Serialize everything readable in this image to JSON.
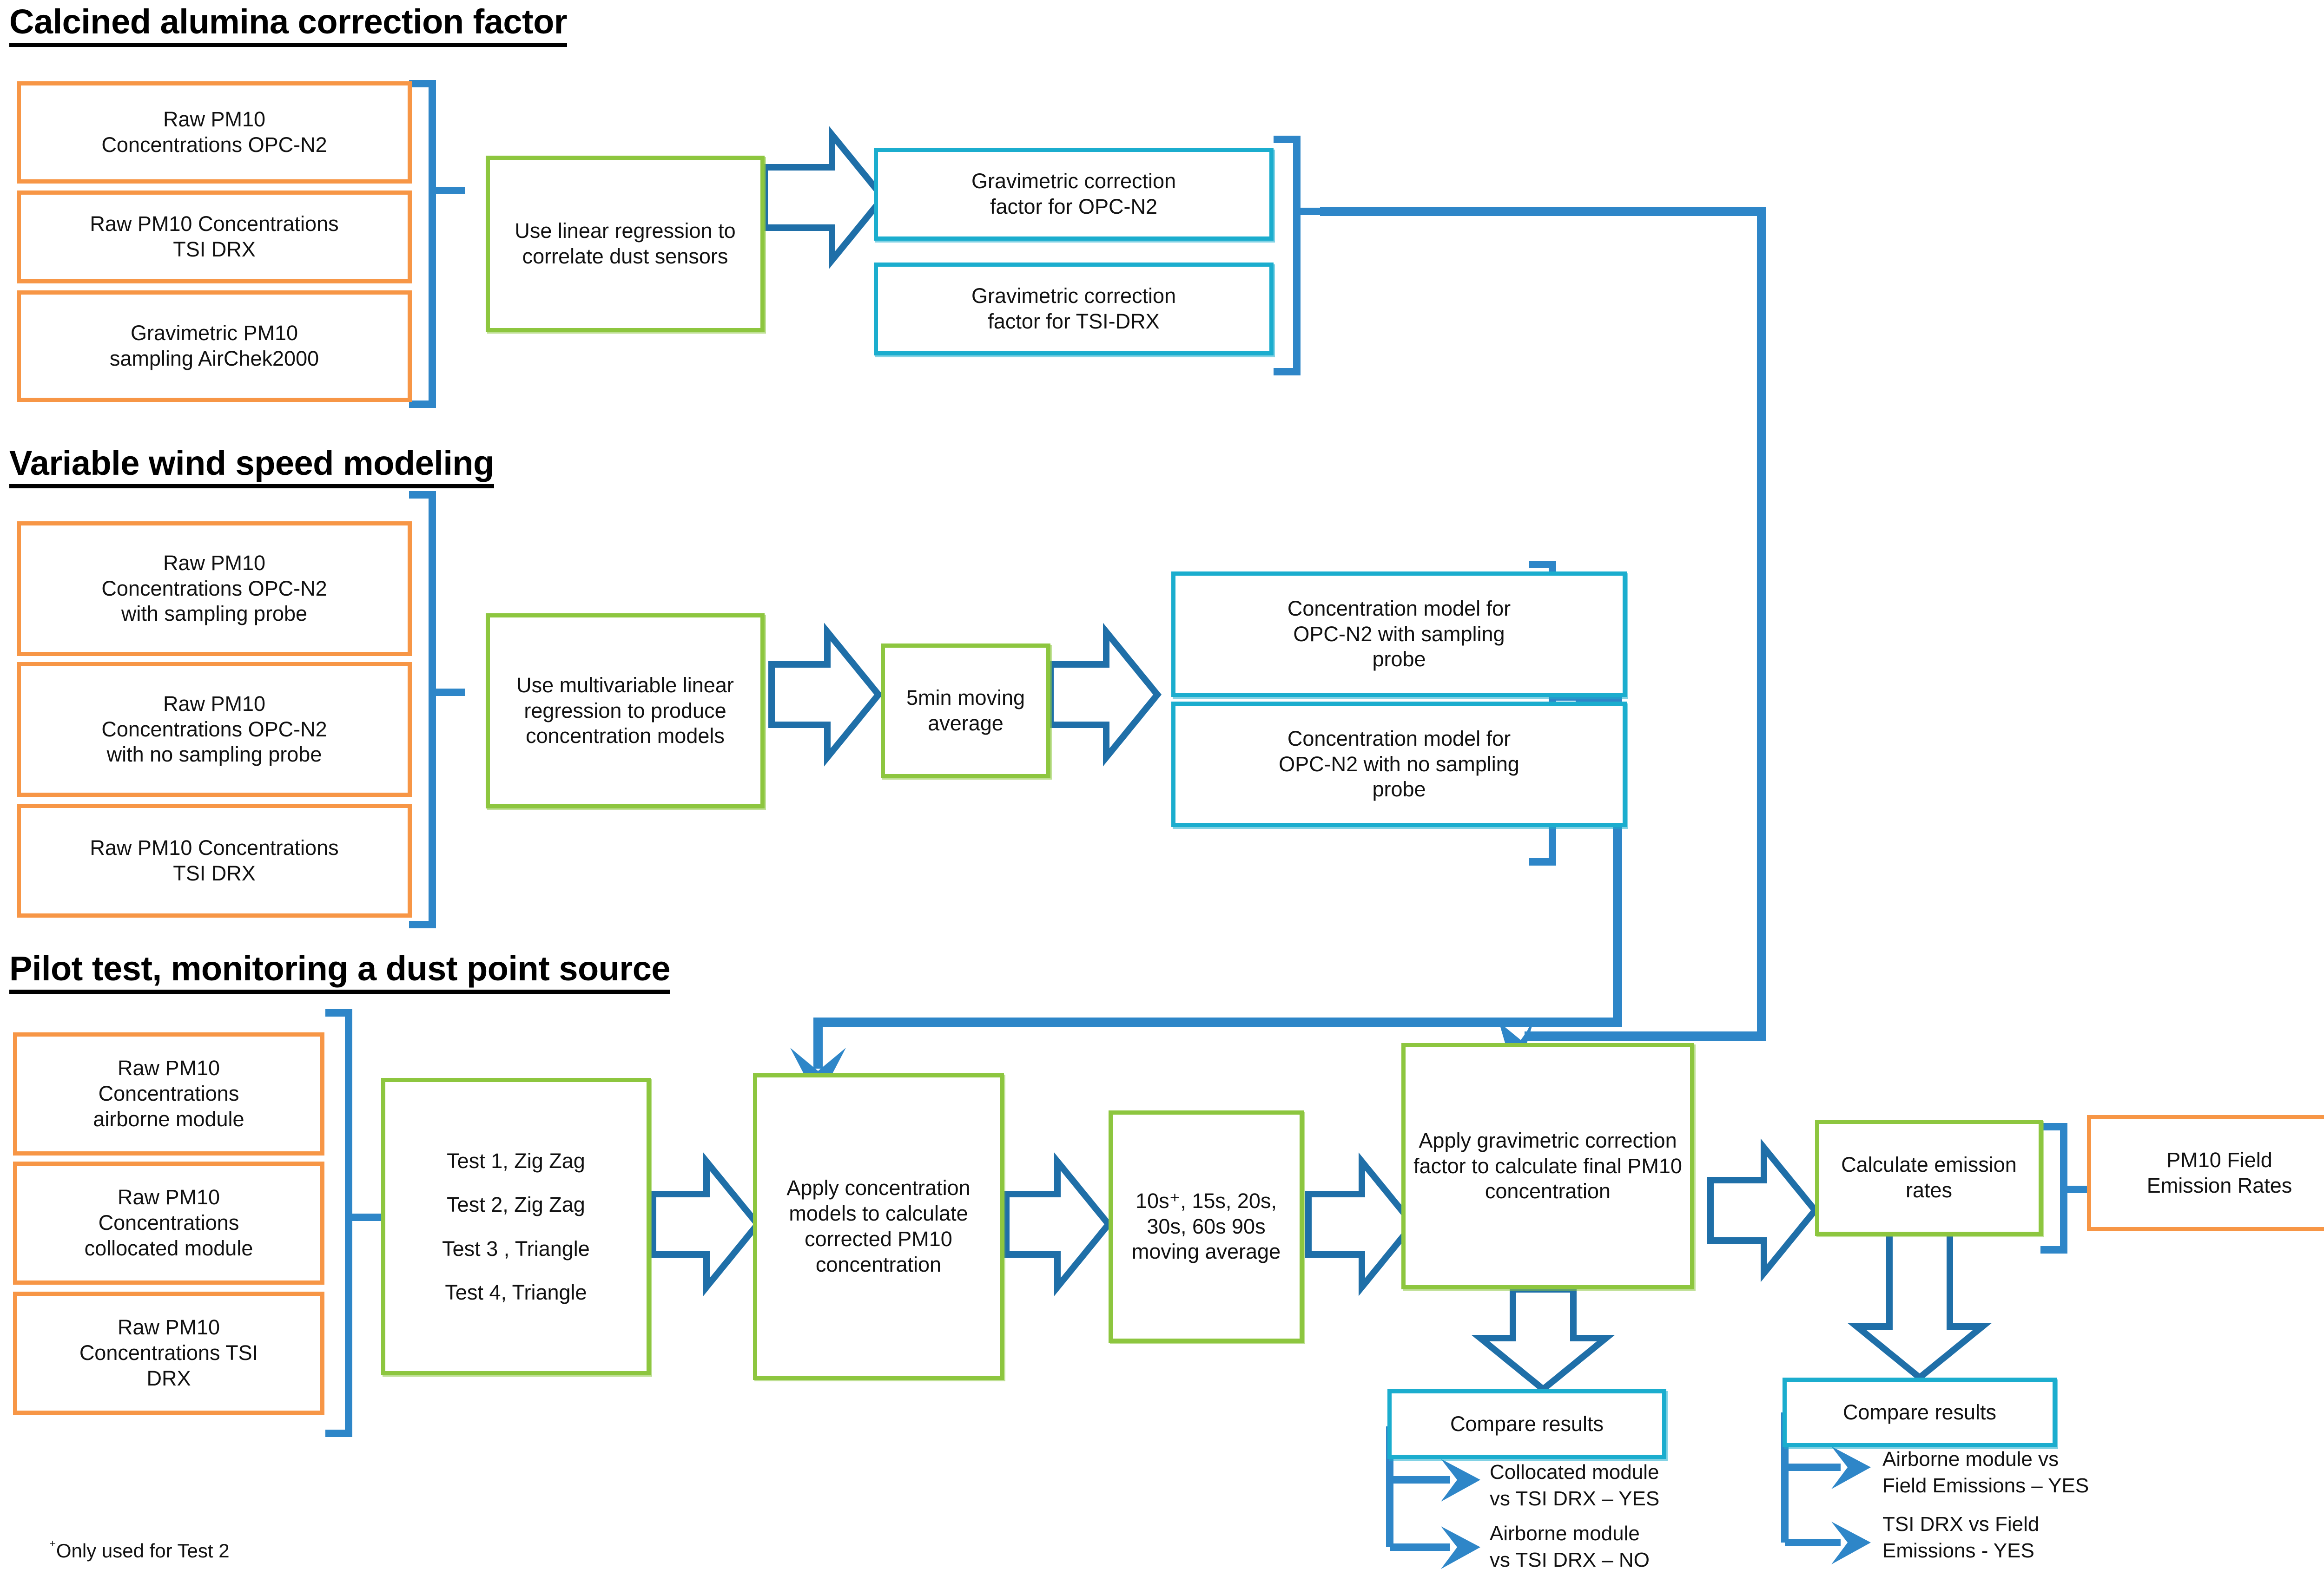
{
  "sections": [
    {
      "id": "calcined",
      "title": "Calcined alumina correction factor"
    },
    {
      "id": "windspeed",
      "title": "Variable wind speed modeling"
    },
    {
      "id": "pilot",
      "title": "Pilot test, monitoring a dust point source"
    }
  ],
  "calcined": {
    "inputs": [
      "Raw PM10\nConcentrations OPC-N2",
      "Raw PM10 Concentrations\nTSI DRX",
      "Gravimetric PM10\nsampling AirChek2000"
    ],
    "process": "Use linear regression to correlate dust sensors",
    "outputs": [
      "Gravimetric correction\nfactor for OPC-N2",
      "Gravimetric correction\nfactor for TSI-DRX"
    ]
  },
  "windspeed": {
    "inputs": [
      "Raw PM10\nConcentrations OPC-N2\nwith sampling probe",
      "Raw PM10\nConcentrations OPC-N2\nwith no sampling probe",
      "Raw PM10 Concentrations\nTSI DRX"
    ],
    "process": "Use multivariable linear regression to produce concentration models",
    "smoothing": "5min moving average",
    "outputs": [
      "Concentration model for\nOPC-N2 with sampling\nprobe",
      "Concentration model for\nOPC-N2 with no  sampling\nprobe"
    ]
  },
  "pilot": {
    "inputs": [
      "Raw PM10\nConcentrations\nairborne module",
      "Raw PM10\nConcentrations\ncollocated module",
      "Raw PM10\nConcentrations TSI\nDRX"
    ],
    "tests": "Test 1, Zig Zag\n\nTest 2, Zig  Zag\n\nTest 3 , Triangle\n\nTest 4, Triangle",
    "apply_models": "Apply concentration models to calculate corrected PM10 concentration",
    "moving_average": "10s⁺, 15s, 20s, 30s, 60s 90s moving average",
    "apply_gravimetric": "Apply gravimetric correction factor to calculate final PM10 concentration",
    "calculate_emissions": "Calculate emission rates",
    "field_emission_rates": "PM10 Field\nEmission Rates",
    "compare_left_label": "Compare  results",
    "compare_right_label": "Compare  results",
    "compare_left_results": [
      "Collocated module\nvs TSI DRX – YES",
      "Airborne module\nvs TSI DRX – NO"
    ],
    "compare_right_results": [
      "Airborne module vs\nField Emissions – YES",
      "TSI DRX vs Field\nEmissions - YES"
    ]
  },
  "footnote": {
    "marker": "⁺",
    "text": "Only used for Test 2"
  },
  "colors": {
    "input_border": "#F79646",
    "process_border": "#8DC63F",
    "output_border": "#1BADCE",
    "connector": "#2E86C8",
    "arrow_outline": "#1F6FA8",
    "text": "#111111",
    "background": "#FFFFFF"
  }
}
